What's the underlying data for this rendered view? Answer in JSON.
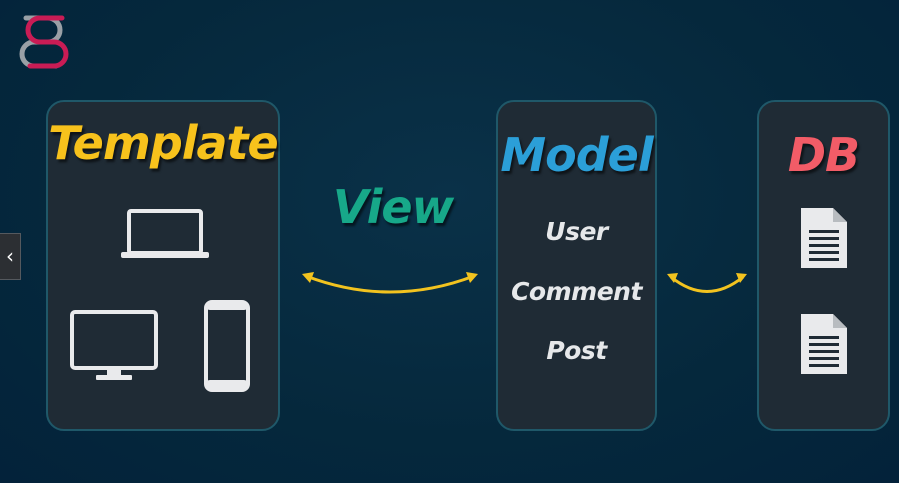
{
  "logo": {
    "name": "S-logo"
  },
  "template": {
    "title": "Template",
    "icons": [
      "laptop-icon",
      "monitor-icon",
      "smartphone-icon"
    ]
  },
  "view": {
    "label": "View"
  },
  "model": {
    "title": "Model",
    "items": [
      "User",
      "Comment",
      "Post"
    ]
  },
  "db": {
    "title": "DB",
    "icons": [
      "document-icon",
      "document-icon"
    ]
  },
  "nav": {
    "prev_icon": "chevron-left-icon"
  },
  "colors": {
    "template": "#f7c21c",
    "view": "#17a889",
    "model": "#2b9fd8",
    "db": "#f25c67",
    "arrow": "#f2c31f",
    "icon": "#e9eaec"
  }
}
